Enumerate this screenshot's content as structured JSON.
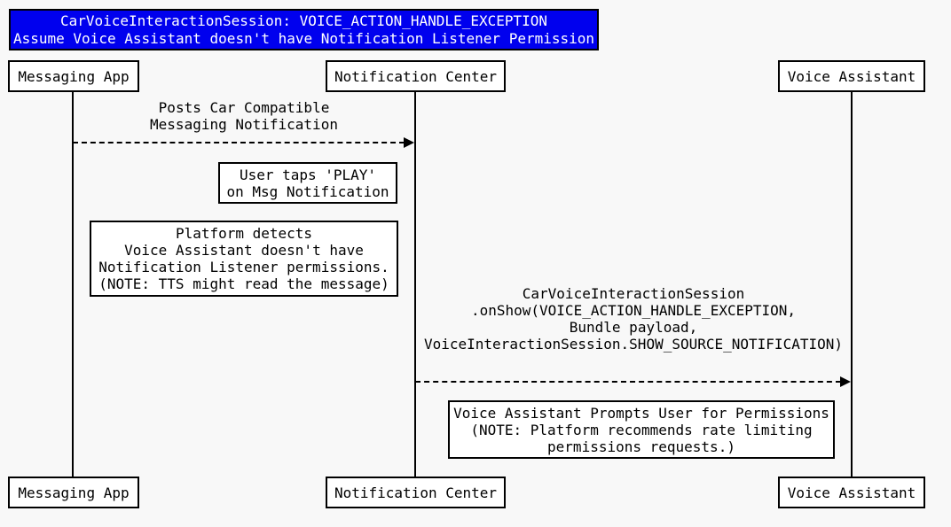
{
  "diagram": {
    "title": {
      "line1": "CarVoiceInteractionSession: VOICE_ACTION_HANDLE_EXCEPTION",
      "line2": "Assume Voice Assistant doesn't have Notification Listener Permission"
    },
    "actors": [
      {
        "id": "messaging-app",
        "label": "Messaging App"
      },
      {
        "id": "notification-center",
        "label": "Notification Center"
      },
      {
        "id": "voice-assistant",
        "label": "Voice Assistant"
      }
    ],
    "messages": [
      {
        "from": "Messaging App",
        "to": "Notification Center",
        "line_style": "dashed",
        "lines": {
          "l1": "Posts Car Compatible",
          "l2": "Messaging Notification"
        }
      },
      {
        "from": "Notification Center",
        "to": "Voice Assistant",
        "line_style": "dashed",
        "lines": {
          "l1": "CarVoiceInteractionSession",
          "l2": ".onShow(VOICE_ACTION_HANDLE_EXCEPTION,",
          "l3": "Bundle payload,",
          "l4": "VoiceInteractionSession.SHOW_SOURCE_NOTIFICATION)"
        }
      }
    ],
    "notes": [
      {
        "on": "Notification Center",
        "lines": {
          "l1": "User taps 'PLAY'",
          "l2": "on Msg Notification"
        }
      },
      {
        "on": "Messaging App / Notification Center",
        "lines": {
          "l1": "Platform detects",
          "l2": "Voice Assistant doesn't have",
          "l3": "Notification Listener permissions.",
          "l4": "(NOTE: TTS might read the message)"
        }
      },
      {
        "on": "Notification Center / Voice Assistant",
        "lines": {
          "l1": "Voice Assistant Prompts User for Permissions",
          "l2": "(NOTE: Platform recommends rate limiting",
          "l3": "permissions requests.)"
        }
      }
    ],
    "colors": {
      "background": "#F8F8F8",
      "title_background": "#0000EE",
      "title_text": "#FFFFFF",
      "box_background": "#FFFFFF",
      "line": "#000000"
    }
  }
}
